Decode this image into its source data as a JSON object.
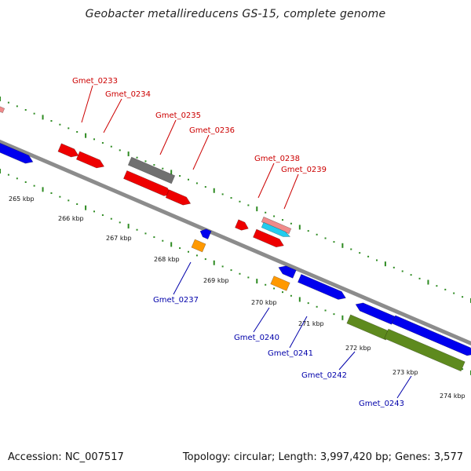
{
  "title": "Geobacter metallireducens GS-15, complete genome",
  "footer": {
    "accession": "Accession: NC_007517",
    "topology": "Topology: circular; Length: 3,997,420 bp; Genes: 3,577"
  },
  "colors": {
    "backbone": "#8c8c8c",
    "tick": "#2e8b22",
    "red": "#ee0000",
    "blue": "#0000ee",
    "gray": "#707070",
    "orange": "#ff9900",
    "olive": "#5e8a1e",
    "cyan": "#22ccee",
    "pink": "#f08a8a",
    "label_red": "#cc0000",
    "label_blue": "#0000aa"
  },
  "scale_labels": [
    "265 kbp",
    "266 kbp",
    "267 kbp",
    "268 kbp",
    "269 kbp",
    "270 kbp",
    "271 kbp",
    "272 kbp",
    "273 kbp",
    "274 kbp"
  ],
  "gene_labels": [
    {
      "text": "Gmet_0233",
      "strand": "forward"
    },
    {
      "text": "Gmet_0234",
      "strand": "forward"
    },
    {
      "text": "Gmet_0235",
      "strand": "forward"
    },
    {
      "text": "Gmet_0236",
      "strand": "forward"
    },
    {
      "text": "Gmet_0238",
      "strand": "forward"
    },
    {
      "text": "Gmet_0239",
      "strand": "forward"
    },
    {
      "text": "Gmet_0237",
      "strand": "reverse"
    },
    {
      "text": "Gmet_0240",
      "strand": "reverse"
    },
    {
      "text": "Gmet_0241",
      "strand": "reverse"
    },
    {
      "text": "Gmet_0242",
      "strand": "reverse"
    },
    {
      "text": "Gmet_0243",
      "strand": "reverse"
    }
  ]
}
